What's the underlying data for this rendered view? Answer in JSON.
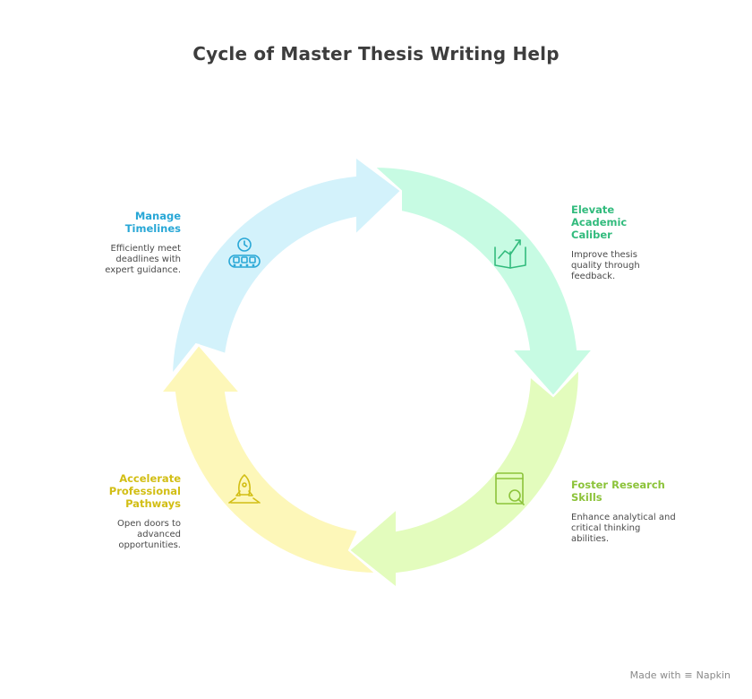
{
  "title": "Cycle of Master Thesis Writing Help",
  "colors": {
    "blue_fill": "#d3f2fb",
    "blue_text": "#28a7d6",
    "green_fill": "#c7fbe3",
    "green_text": "#32bb7d",
    "lime_fill": "#e3fcbd",
    "lime_text": "#8cc33a",
    "yellow_fill": "#fdf7b9",
    "yellow_text": "#d2be14"
  },
  "stages": [
    {
      "heading_lines": [
        "Elevate",
        "Academic",
        "Caliber"
      ],
      "description_lines": [
        "Improve thesis",
        "quality through",
        "feedback."
      ],
      "icon": "book-growth-icon"
    },
    {
      "heading_lines": [
        "Foster Research",
        "Skills"
      ],
      "description_lines": [
        "Enhance analytical and",
        "critical thinking",
        "abilities."
      ],
      "icon": "search-document-icon"
    },
    {
      "heading_lines": [
        "Accelerate",
        "Professional",
        "Pathways"
      ],
      "description_lines": [
        "Open doors to",
        "advanced",
        "opportunities."
      ],
      "icon": "rocket-icon"
    },
    {
      "heading_lines": [
        "Manage",
        "Timelines"
      ],
      "description_lines": [
        "Efficiently meet",
        "deadlines with",
        "expert guidance."
      ],
      "icon": "clock-conveyor-icon"
    }
  ],
  "footer": {
    "made_with": "Made with",
    "brand": "Napkin"
  }
}
